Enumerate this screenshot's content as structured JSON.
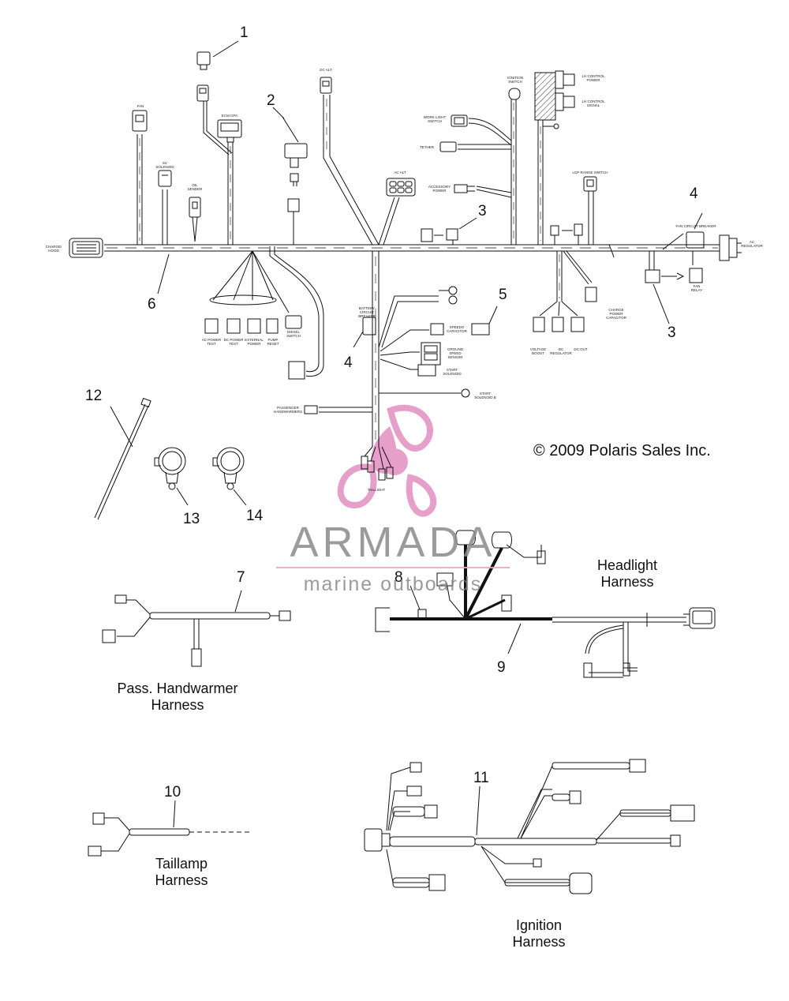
{
  "callouts": [
    {
      "id": "c1",
      "text": "1"
    },
    {
      "id": "c2",
      "text": "2"
    },
    {
      "id": "c3a",
      "text": "3"
    },
    {
      "id": "c3b",
      "text": "3"
    },
    {
      "id": "c4a",
      "text": "4"
    },
    {
      "id": "c4b",
      "text": "4"
    },
    {
      "id": "c5",
      "text": "5"
    },
    {
      "id": "c6",
      "text": "6"
    },
    {
      "id": "c7",
      "text": "7"
    },
    {
      "id": "c8",
      "text": "8"
    },
    {
      "id": "c9",
      "text": "9"
    },
    {
      "id": "c10",
      "text": "10"
    },
    {
      "id": "c11",
      "text": "11"
    },
    {
      "id": "c12",
      "text": "12"
    },
    {
      "id": "c13",
      "text": "13"
    },
    {
      "id": "c14",
      "text": "14"
    }
  ],
  "harness_labels": {
    "headlight": "Headlight Harness",
    "handwarmer": "Pass. Handwarmer Harness",
    "taillamp": "Taillamp Harness",
    "ignition": "Ignition Harness"
  },
  "copyright": "© 2009 Polaris Sales Inc.",
  "connector_labels": {
    "charge_hood": "CHARGE/ HOOD",
    "ac_regulator": "AC REGULATOR",
    "fan": "FAN",
    "five_v_solenoid": "5V SOLENOID",
    "oil_sender": "OIL SENDER",
    "ecm_cpa": "ECM CPA",
    "dc_alt": "DC ALT",
    "ac_alt": "AC ALT",
    "ignition_switch": "IGNITION SWITCH",
    "work_light_switch": "WORK LIGHT SWITCH",
    "tether": "TETHER",
    "accessory_power": "ACCESSORY POWER",
    "lh_control_power": "LH CONTROL POWER",
    "lh_control_signal": "LH CONTROL SIGNAL",
    "lcp_range_switch": "LCP RANGE SWITCH",
    "fan_circuit_breaker": "FAN CIRCUIT BREAKER",
    "fan_relay": "FAN RELAY",
    "battery_circuit_breaker": "BATTERY CIRCUIT BREAKER",
    "speedo_capacitor": "SPEEDO CAPACITOR",
    "ground_speed_sensor": "GROUND SPEED SENSOR",
    "start_solenoid": "START SOLENOID",
    "start_solenoid_b": "START SOLENOID B",
    "passenger_handwarmers": "PASSENGER HANDWARMERS",
    "taillight": "TAILLIGHT",
    "ac_power_test": "AC POWER TEST",
    "dc_power_test": "DC POWER TEST",
    "external_power": "EXTERNAL POWER",
    "pump_reset": "PUMP RESET",
    "diesel_switch": "DIESEL SWITCH",
    "voltage_boost": "VOLTAGE BOOST",
    "dc_regulator": "DC REGULATOR",
    "dc_out": "DC OUT",
    "charge_power_capacitor": "CHARGE POWER CAPACITOR"
  },
  "watermark": {
    "word": "ARMADA",
    "sub": "marine outboards",
    "colors": {
      "gray": "#8a8a8a",
      "pink": "#e28fbf"
    }
  },
  "colors": {
    "line": "#111111",
    "background": "#ffffff"
  }
}
